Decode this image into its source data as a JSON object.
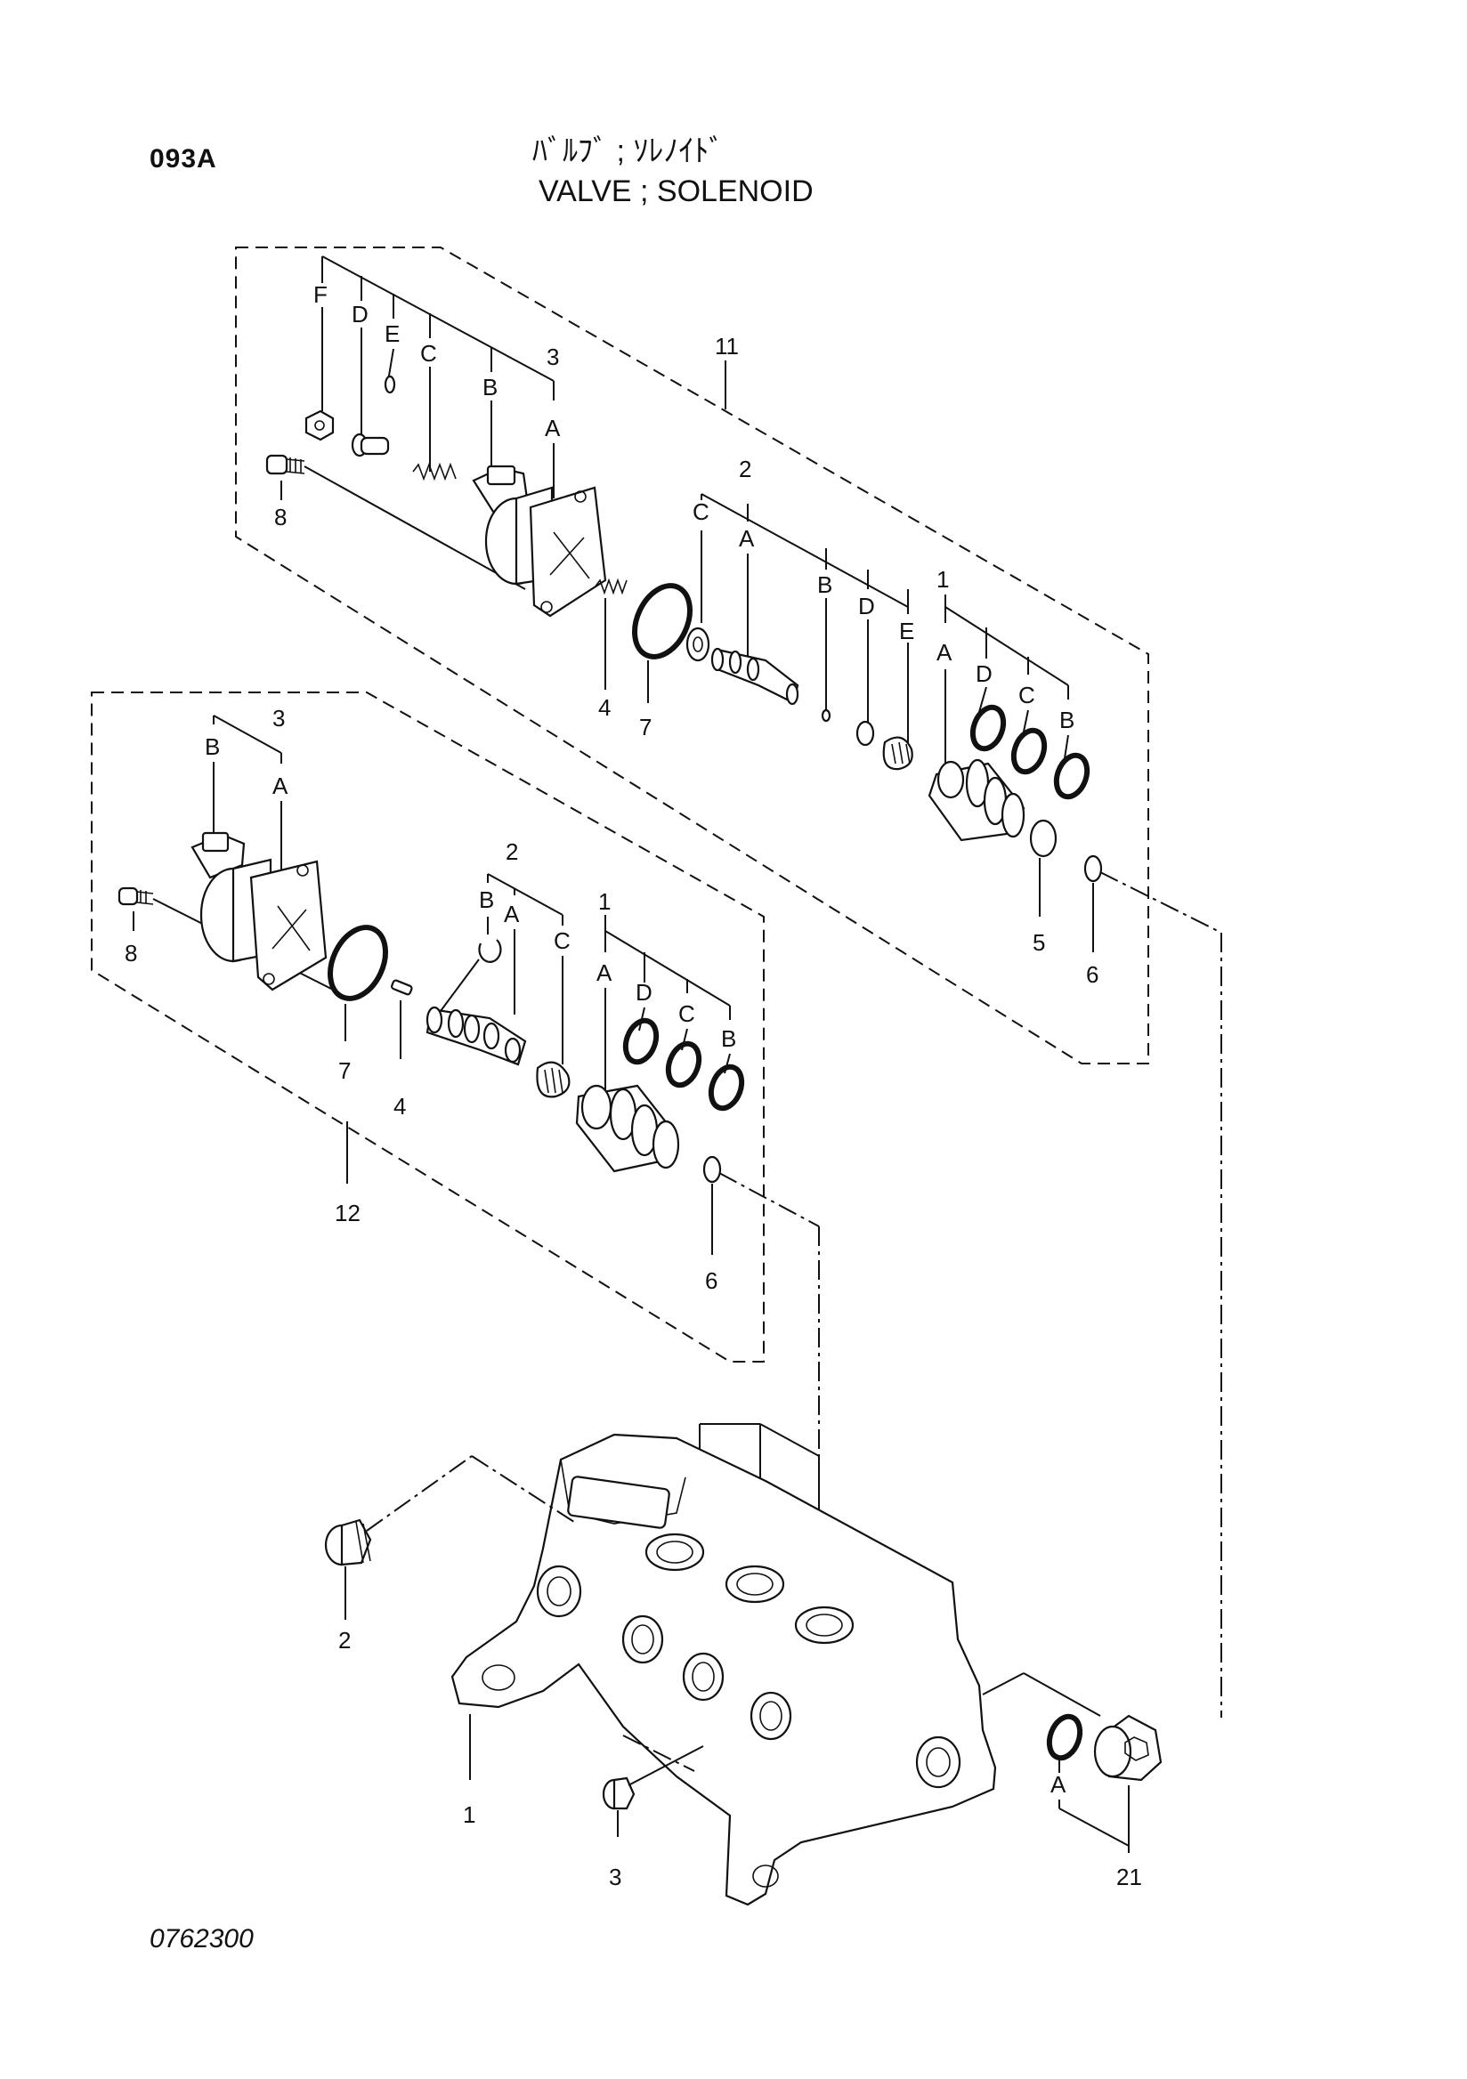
{
  "header": {
    "page_code": "093A",
    "title_jp": "ﾊﾞﾙﾌﾞ ; ｿﾚﾉｲﾄﾞ",
    "title_en": "VALVE ; SOLENOID"
  },
  "footer": {
    "drawing_number": "0762300"
  },
  "callouts": {
    "a11": {
      "num": "11",
      "c3": "3",
      "F": "F",
      "D": "D",
      "E": "E",
      "C": "C",
      "B": "B",
      "A": "A",
      "c8": "8",
      "c4": "4",
      "c7": "7",
      "c2": "2",
      "c2C": "C",
      "c2A": "A",
      "c2B": "B",
      "c2D": "D",
      "c2E": "E",
      "c1": "1",
      "c1A": "A",
      "c1D": "D",
      "c1C": "C",
      "c1B": "B",
      "c5": "5",
      "c6": "6"
    },
    "a12": {
      "num": "12",
      "c3": "3",
      "B": "B",
      "A": "A",
      "c8": "8",
      "c7": "7",
      "c4": "4",
      "c2": "2",
      "c2B": "B",
      "c2A": "A",
      "c2C": "C",
      "c1": "1",
      "c1A": "A",
      "c1D": "D",
      "c1C": "C",
      "c1B": "B",
      "c6": "6"
    },
    "body": {
      "c2": "2",
      "c1": "1",
      "c3": "3",
      "cA": "A",
      "c21": "21"
    }
  }
}
